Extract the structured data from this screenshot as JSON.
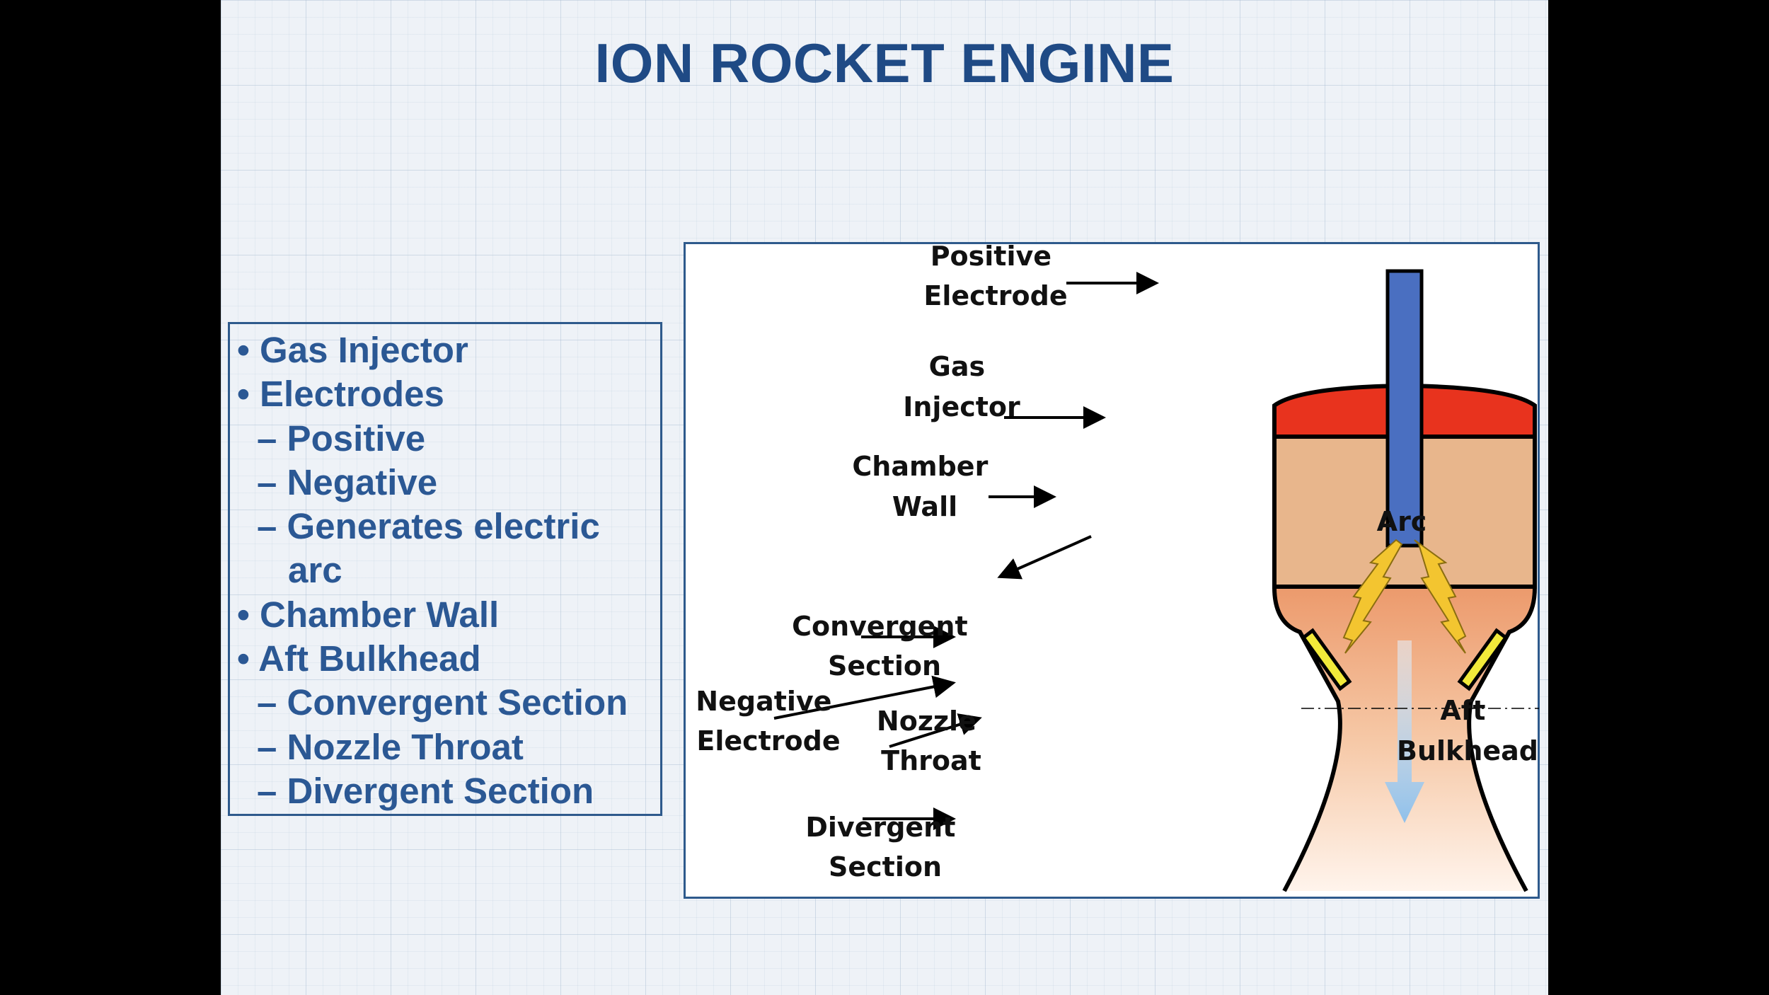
{
  "slide": {
    "title": "ION ROCKET ENGINE"
  },
  "list": [
    {
      "marker": "•",
      "text": "Gas Injector",
      "level": 0
    },
    {
      "marker": "•",
      "text": "Electrodes",
      "level": 0
    },
    {
      "marker": "–",
      "text": "Positive",
      "level": 1
    },
    {
      "marker": "–",
      "text": "Negative",
      "level": 1
    },
    {
      "marker": "–",
      "text": "Generates electric",
      "level": 1
    },
    {
      "marker": "",
      "text": "arc",
      "level": 2
    },
    {
      "marker": "•",
      "text": "Chamber Wall",
      "level": 0
    },
    {
      "marker": "•",
      "text": "Aft Bulkhead",
      "level": 0
    },
    {
      "marker": "–",
      "text": "Convergent Section",
      "level": 1
    },
    {
      "marker": "–",
      "text": "Nozzle Throat",
      "level": 1
    },
    {
      "marker": "–",
      "text": "Divergent Section",
      "level": 1
    }
  ],
  "diagram": {
    "labels": {
      "positive_electrode": [
        "Positive",
        "Electrode"
      ],
      "gas_injector": [
        "Gas",
        "Injector"
      ],
      "chamber_wall": [
        "Chamber",
        "Wall"
      ],
      "arc": [
        "Arc"
      ],
      "convergent_section": [
        "Convergent",
        "Section"
      ],
      "negative_electrode": [
        "Negative",
        "Electrode"
      ],
      "nozzle_throat": [
        "Nozzle",
        "Throat"
      ],
      "divergent_section": [
        "Divergent",
        "Section"
      ],
      "aft_bulkhead": [
        "Aft",
        "Bulkhead"
      ]
    },
    "colors": {
      "electrode": "#4a6fc1",
      "injector": "#e8331e",
      "chamber": "#e8b68c",
      "arc_fill": "#f3c530",
      "neg_electrode": "#f2ea3a",
      "exhaust_arrow": "#a8cdee",
      "outline": "#000000"
    }
  }
}
